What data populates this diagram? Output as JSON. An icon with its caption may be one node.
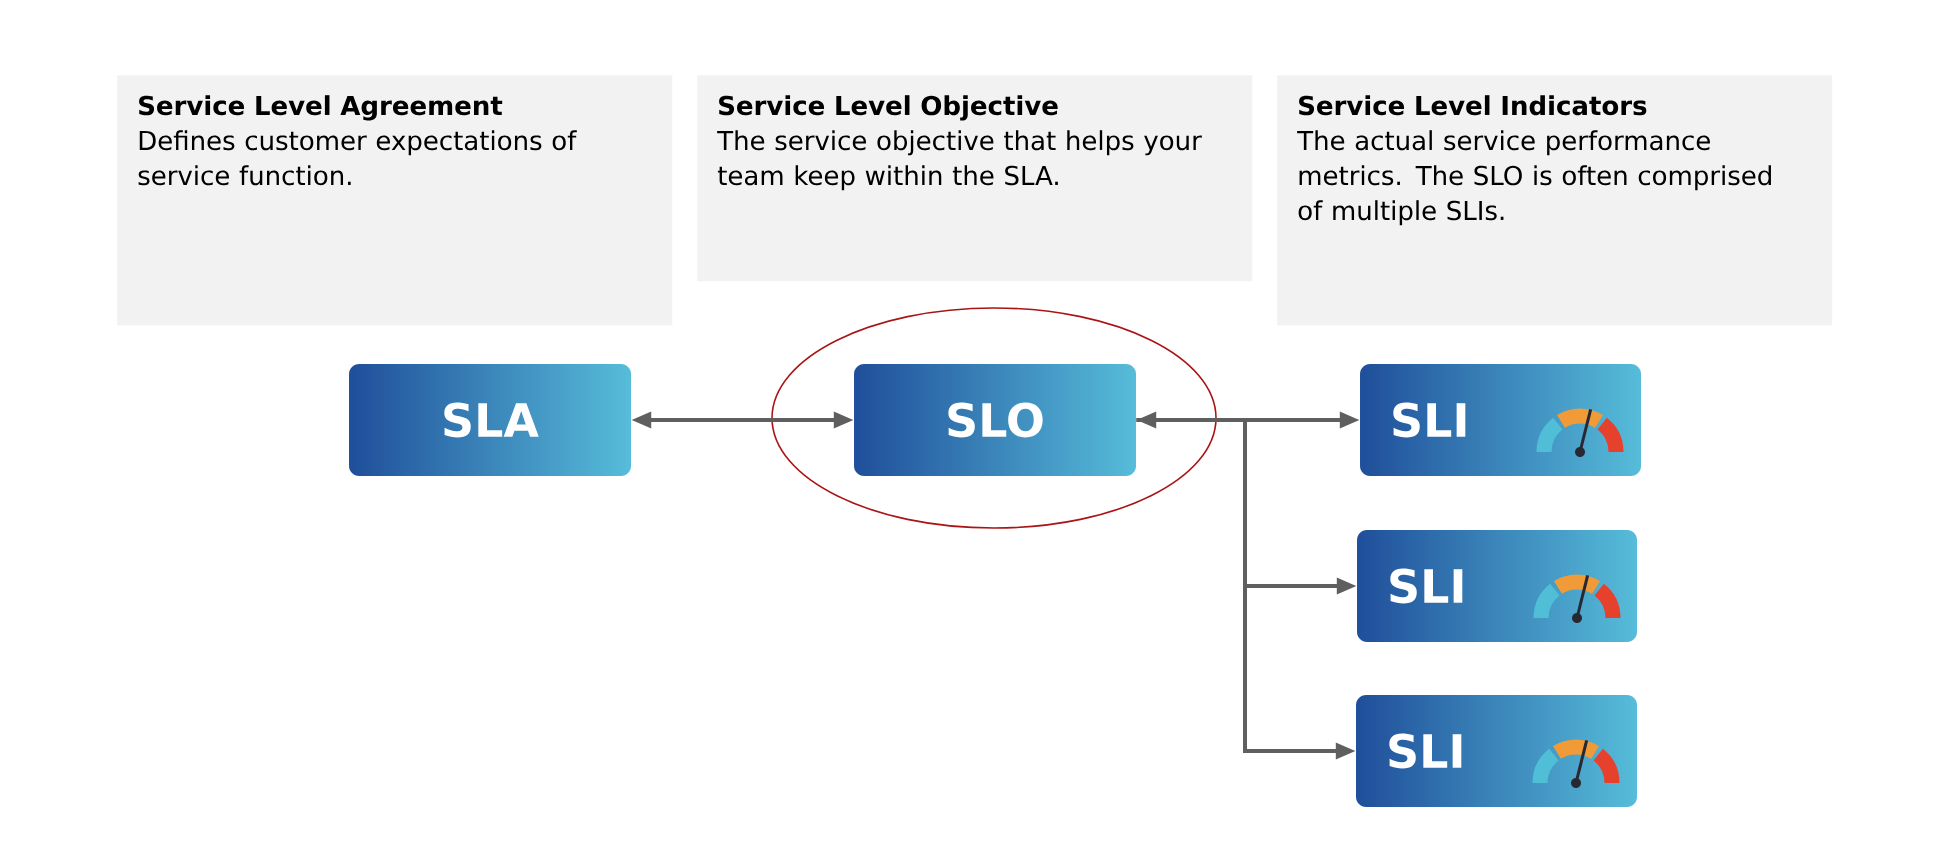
{
  "diagram": {
    "nodes": [
      {
        "text": [
          "Service Level Agreement",
          "Defines customer expectations of service function."
        ]
      },
      {
        "text": [
          "Service Level Objective",
          "The service objective that helps your team keep within the SLA."
        ]
      },
      {
        "text": [
          "Service Level Indicators",
          "The actual service performance metrics. The SLO is often comprised of multiple SLIs."
        ]
      },
      {
        "text": [
          "SLA"
        ]
      },
      {
        "text": [
          "SLO"
        ]
      },
      {
        "text": [
          "SLI"
        ]
      },
      {
        "text": [
          "SLI"
        ]
      },
      {
        "text": [
          "SLI"
        ]
      }
    ],
    "edges": [
      {
        "from": 3,
        "to": 4,
        "arrow": "both"
      },
      {
        "from": 4,
        "to": 5,
        "arrow": "both"
      },
      {
        "from": 4,
        "to": 6,
        "arrow": "to"
      },
      {
        "from": 4,
        "to": 7,
        "arrow": "to"
      }
    ]
  }
}
